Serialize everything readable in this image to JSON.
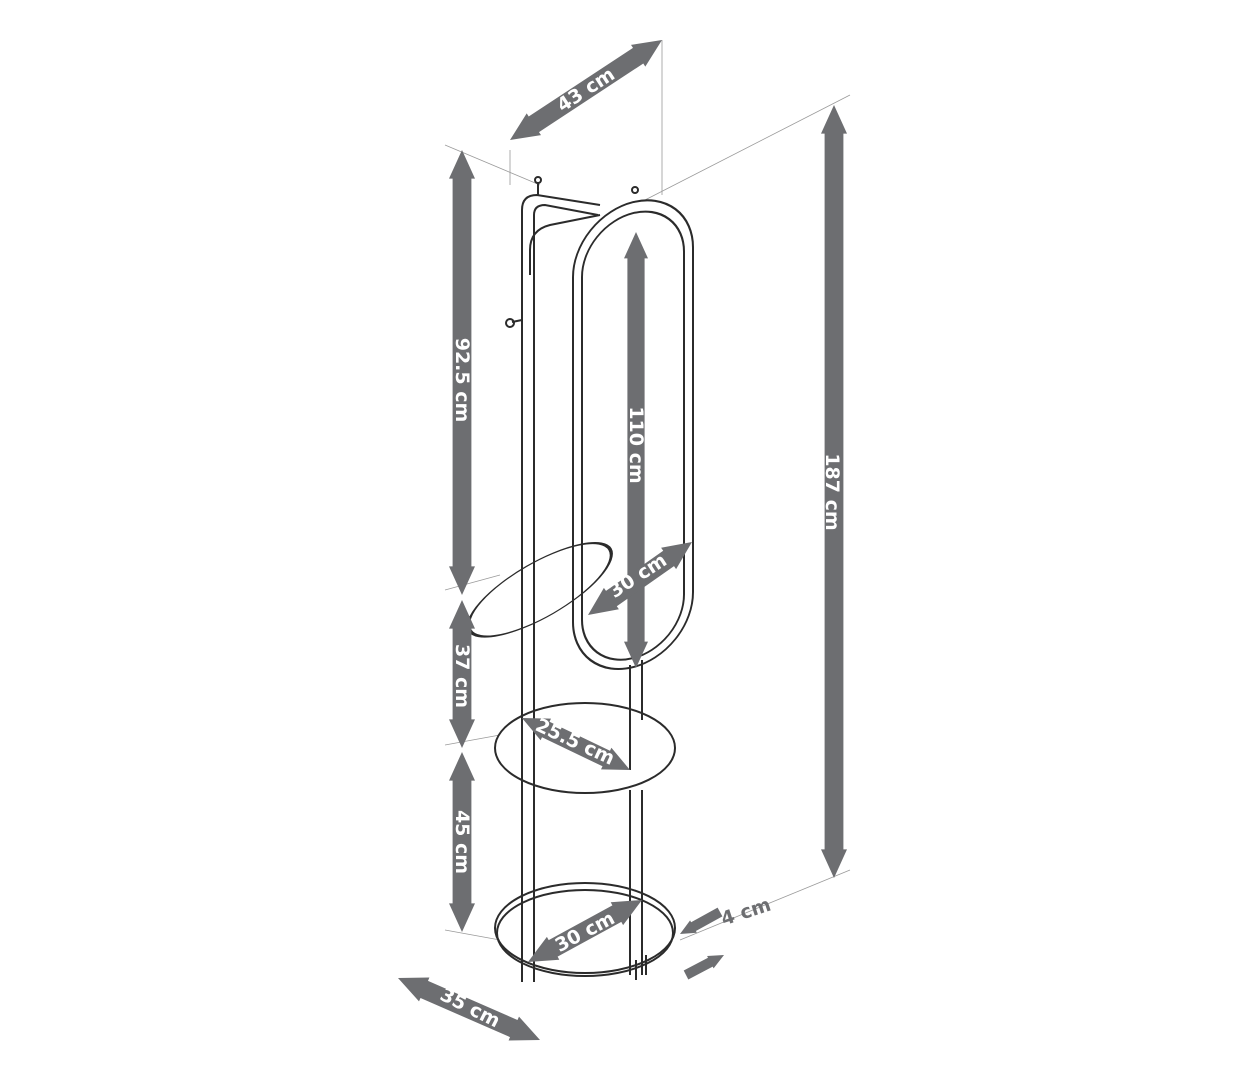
{
  "colors": {
    "arrow": "#6d6e71",
    "outline": "#2b2b2b",
    "label": "#ffffff"
  },
  "dimensions": {
    "top_width": "43 cm",
    "upper_height": "92.5 cm",
    "mirror_height": "110 cm",
    "total_height": "187 cm",
    "mirror_width": "30 cm",
    "middle_height": "37 cm",
    "middle_shelf_diameter": "25.5 cm",
    "lower_height": "45 cm",
    "bottom_shelf_diameter": "30 cm",
    "mirror_gap": "4 cm",
    "base_depth": "35 cm"
  }
}
